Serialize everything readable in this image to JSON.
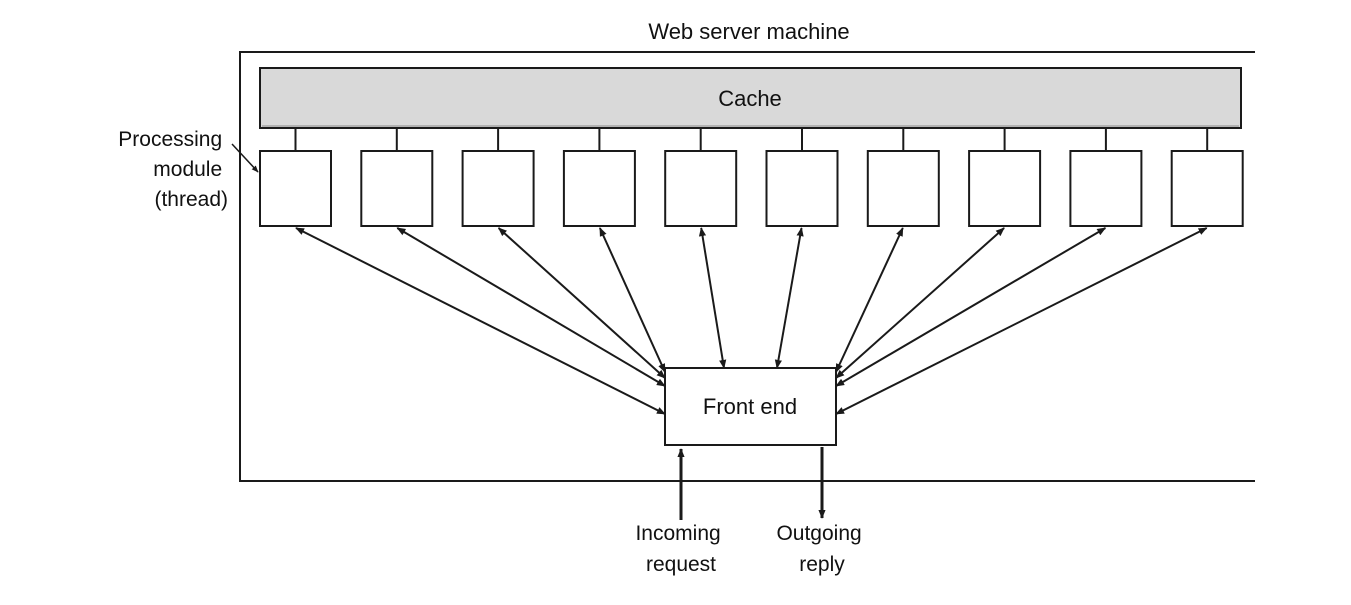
{
  "diagram": {
    "title": "Web server machine",
    "cache_label": "Cache",
    "processing_module_label": [
      "Processing",
      "module",
      "(thread)"
    ],
    "front_end_label": "Front end",
    "incoming_label": [
      "Incoming",
      "request"
    ],
    "outgoing_label": [
      "Outgoing",
      "reply"
    ],
    "module_count": 10,
    "colors": {
      "cache_fill": "#d9d9d9",
      "stroke": "#1a1a1a",
      "background": "#ffffff"
    }
  }
}
